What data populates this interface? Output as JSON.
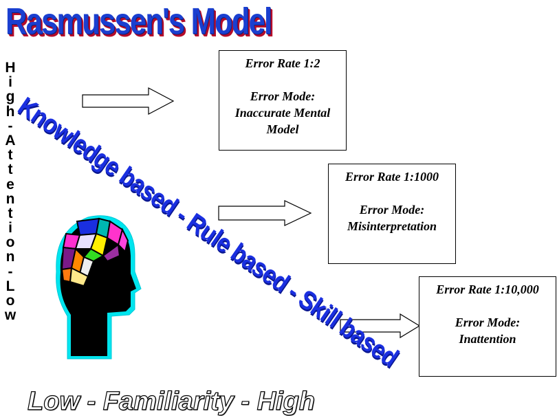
{
  "title": "Rasmussen's Model",
  "vertical_axis": [
    "H",
    "i",
    "g",
    "h",
    "-",
    "A",
    "t",
    "t",
    "e",
    "n",
    "t",
    "i",
    "o",
    "n",
    "-",
    "L",
    "o",
    "w"
  ],
  "diagonal_label": "Knowledge based - Rule based - Skill based",
  "horizontal_axis": "Low - Familiarity - High",
  "boxes": [
    {
      "rate": "Error Rate 1:2",
      "mode_label": "Error Mode:",
      "mode_lines": [
        "Inaccurate Mental",
        "Model"
      ]
    },
    {
      "rate": "Error Rate 1:1000",
      "mode_label": "Error Mode:",
      "mode_lines": [
        "Misinterpretation"
      ]
    },
    {
      "rate": "Error Rate 1:10,000",
      "mode_label": "Error Mode:",
      "mode_lines": [
        "Inattention"
      ]
    }
  ],
  "icons": [
    "arrow-right-icon",
    "head-brain-icon"
  ]
}
